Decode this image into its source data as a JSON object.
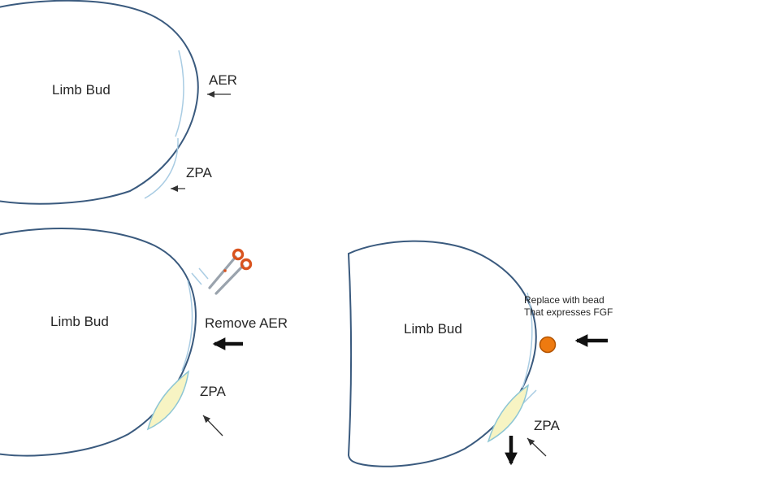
{
  "panels": {
    "intact": {
      "limb_label": "Limb Bud",
      "aer_label": "AER",
      "zpa_label": "ZPA"
    },
    "remove_aer": {
      "limb_label": "Limb Bud",
      "action_label": "Remove AER",
      "zpa_label": "ZPA"
    },
    "fgf_bead": {
      "limb_label": "Limb Bud",
      "caption_line1": "Replace with bead",
      "caption_line2": "That expresses FGF",
      "zpa_label": "ZPA"
    }
  },
  "icons": {
    "scissors": "scissors-icon",
    "fgf_bead": "orange-bead-icon",
    "arrows": [
      "thin-left-arrow",
      "bold-left-arrow",
      "diagonal-up-left-arrow",
      "bold-down-arrow"
    ]
  },
  "colors": {
    "limb_outline": "#3a5a7e",
    "aer_line": "#a9cce3",
    "zpa_fill": "#f7f4c3",
    "zpa_outline": "#8ec6d4",
    "bead_fill": "#ee7a10",
    "bead_outline": "#b35400",
    "scissors_handles": "#d9531e",
    "scissors_blades": "#9aa3ad",
    "arrow_color": "#1a1a1a",
    "text_color": "#262626",
    "background": "#ffffff"
  }
}
